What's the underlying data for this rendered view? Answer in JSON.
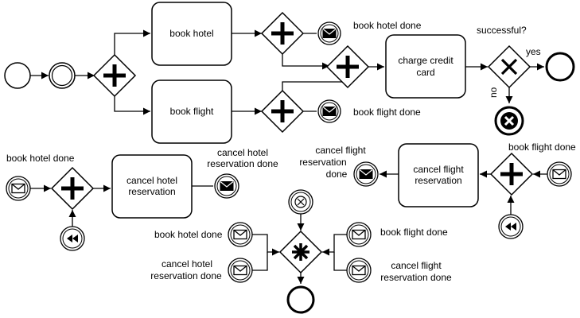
{
  "tasks": {
    "book_hotel": "book hotel",
    "book_flight": "book flight",
    "charge_card_line1": "charge credit",
    "charge_card_line2": "card",
    "cancel_hotel_line1": "cancel hotel",
    "cancel_hotel_line2": "reservation",
    "cancel_flight_line1": "cancel flight",
    "cancel_flight_line2": "reservation"
  },
  "labels": {
    "book_hotel_done": "book hotel done",
    "book_flight_done": "book flight done",
    "successful": "successful?",
    "yes": "yes",
    "no": "no",
    "left_book_hotel_done": "book hotel done",
    "cancel_hotel_done_line1": "cancel hotel",
    "cancel_hotel_done_line2": "reservation done",
    "right_cancel_flight_line1": "cancel flight",
    "right_cancel_flight_line2": "reservation",
    "right_cancel_flight_line3": "done",
    "right_book_flight_done": "book flight done",
    "bottom_book_hotel_done": "book hotel done",
    "bottom_cancel_hotel_line1": "cancel hotel",
    "bottom_cancel_hotel_line2": "reservation done",
    "bottom_book_flight_done": "book flight done",
    "bottom_cancel_flight_line1": "cancel flight",
    "bottom_cancel_flight_line2": "reservation done"
  }
}
